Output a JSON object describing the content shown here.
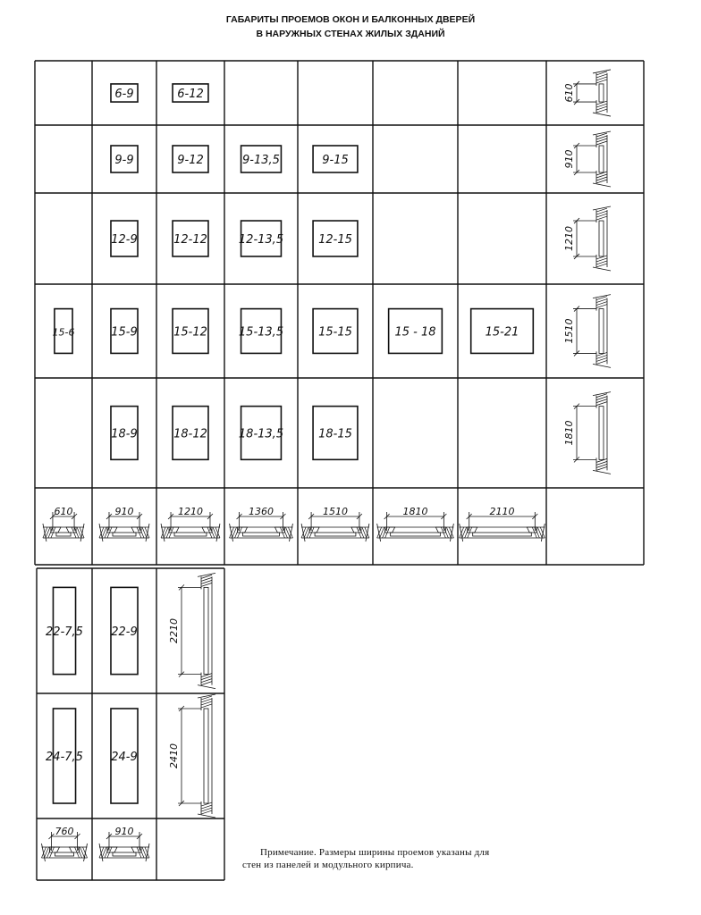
{
  "title": {
    "line1": "ГАБАРИТЫ ПРОЕМОВ ОКОН И БАЛКОННЫХ ДВЕРЕЙ",
    "line2": "В НАРУЖНЫХ СТЕНАХ ЖИЛЫХ ЗДАНИЙ"
  },
  "window_table": {
    "rows": [
      {
        "height_label": "610",
        "cells": [
          "",
          "6-9",
          "6-12",
          "",
          "",
          "",
          ""
        ]
      },
      {
        "height_label": "910",
        "cells": [
          "",
          "9-9",
          "9-12",
          "9-13,5",
          "9-15",
          "",
          ""
        ]
      },
      {
        "height_label": "1210",
        "cells": [
          "",
          "12-9",
          "12-12",
          "12-13,5",
          "12-15",
          "",
          ""
        ]
      },
      {
        "height_label": "1510",
        "cells": [
          "15-6",
          "15-9",
          "15-12",
          "15-13,5",
          "15-15",
          "15 - 18",
          "15-21"
        ]
      },
      {
        "height_label": "1810",
        "cells": [
          "",
          "18-9",
          "18-12",
          "18-13,5",
          "18-15",
          "",
          ""
        ]
      }
    ],
    "width_labels": [
      "610",
      "910",
      "1210",
      "1360",
      "1510",
      "1810",
      "2110"
    ]
  },
  "door_table": {
    "rows": [
      {
        "height_label": "2210",
        "cells": [
          "22-7,5",
          "22-9"
        ]
      },
      {
        "height_label": "2410",
        "cells": [
          "24-7,5",
          "24-9"
        ]
      }
    ],
    "width_labels": [
      "760",
      "910"
    ]
  },
  "note": {
    "line1": "Примечание. Размеры ширины проемов указаны для",
    "line2": "стен из панелей и модульного кирпича."
  }
}
